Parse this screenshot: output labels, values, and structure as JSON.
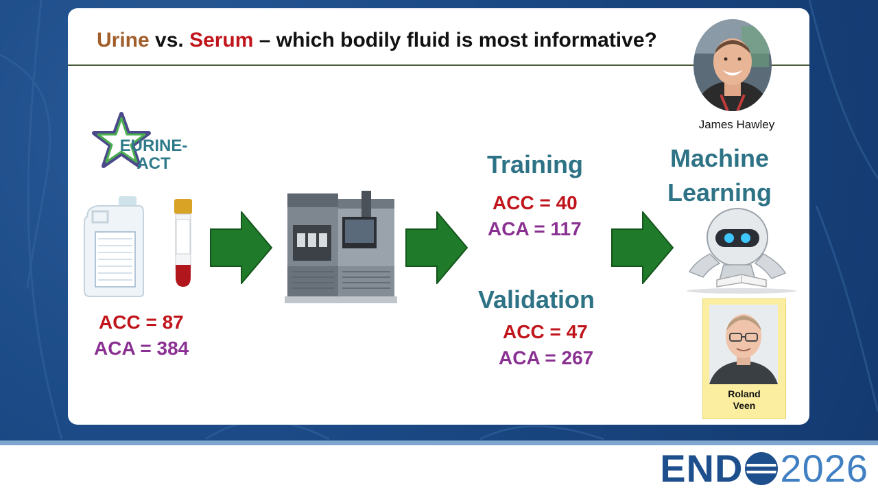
{
  "slide": {
    "title": {
      "urine": "Urine",
      "vs": " vs. ",
      "serum": "Serum",
      "rest": " – which bodily fluid is most informative?"
    },
    "presenter_caption": "James Hawley",
    "logo_text_line1": "EURINE-",
    "logo_text_line2": "ACT",
    "sample_metrics": {
      "acc": "ACC = 87",
      "aca": "ACA = 384"
    },
    "training": {
      "heading": "Training",
      "acc": "ACC = 40",
      "aca": "ACA = 117"
    },
    "validation": {
      "heading": "Validation",
      "acc": "ACC = 47",
      "aca": "ACA = 267"
    },
    "ml_heading_line1": "Machine",
    "ml_heading_line2": "Learning",
    "collaborator": {
      "name_line1": "Roland",
      "name_line2": "Veen"
    }
  },
  "footer": {
    "brand_word": "END",
    "brand_year": "2026"
  },
  "colors": {
    "urine": "#a15d2a",
    "serum": "#c0141b",
    "acc": "#c0141b",
    "aca": "#8a3092",
    "teal_heading": "#2d7285",
    "arrow_green": "#1f7a2a",
    "brand_blue": "#1d4f8c"
  },
  "icons": [
    "eurine-act-star-logo",
    "urine-jug-icon",
    "blood-tube-icon",
    "mass-spectrometer-icon",
    "robot-reading-icon",
    "globe-icon"
  ]
}
